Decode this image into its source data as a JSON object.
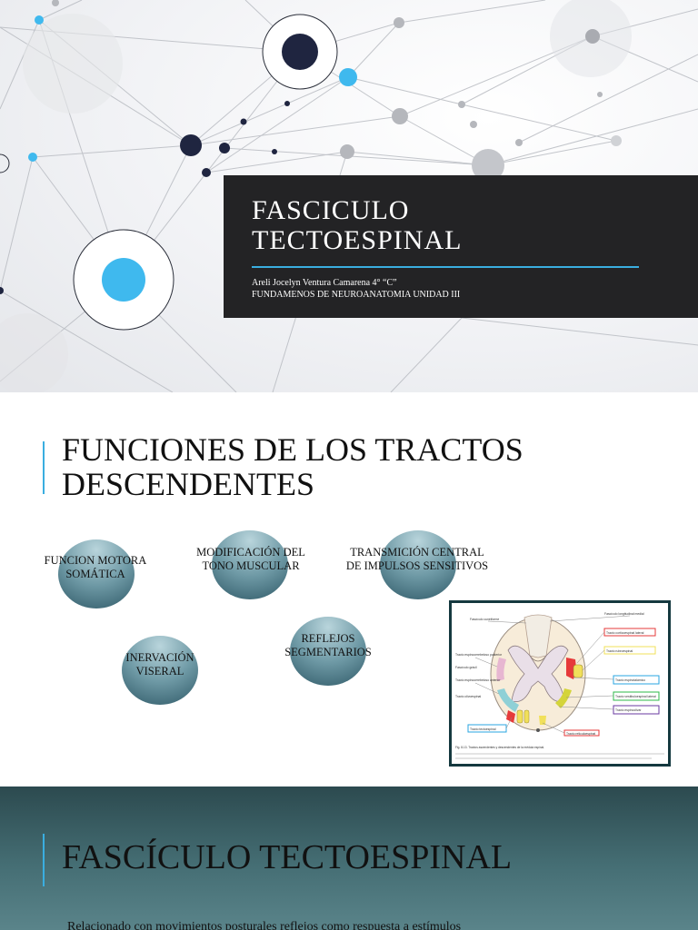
{
  "slide1": {
    "title": "FASCICULO\nTECTOESPINAL",
    "author": "Areli Jocelyn Ventura Camarena 4° “C”",
    "course": "FUNDAMENOS DE NEUROANATOMIA UNIDAD III",
    "accent_color": "#3aaee0",
    "box_color": "#232325"
  },
  "slide2": {
    "heading": "FUNCIONES DE LOS TRACTOS\nDESCENDENTES",
    "functions": [
      "FUNCION MOTORA\nSOMÁTICA",
      "MODIFICACIÓN DEL\nTONO MUSCULAR",
      "TRANSMICIÓN CENTRAL\nDE IMPULSOS SENSITIVOS",
      "INERVACIÓN\nVISERAL",
      "REFLEJOS\nSEGMENTARIOS"
    ],
    "figure_labels": [
      "Fascículo cuneiforme",
      "Fascículo longitudinal medial",
      "Tracto corticoespinal lateral",
      "Tracto rubroespinal",
      "Tracto espinocerebeloso posterior",
      "Fascículo grácil",
      "Tracto espinocerebeloso anterior",
      "Tracto tectoespinal",
      "Tracto espinotalámico",
      "Tracto vestibuloespinal lateral",
      "Tracto espinoolivar",
      "Tracto olivoespinal",
      "Tracto reticuloespinal"
    ],
    "figure_caption": "Fig. 8-13. Tractos ascendentes y descendentes de la médula espinal."
  },
  "slide3": {
    "heading": "FASCÍCULO TECTOESPINAL",
    "body": "Relacionado con movimientos posturales reflejos como respuesta a estímulos"
  }
}
